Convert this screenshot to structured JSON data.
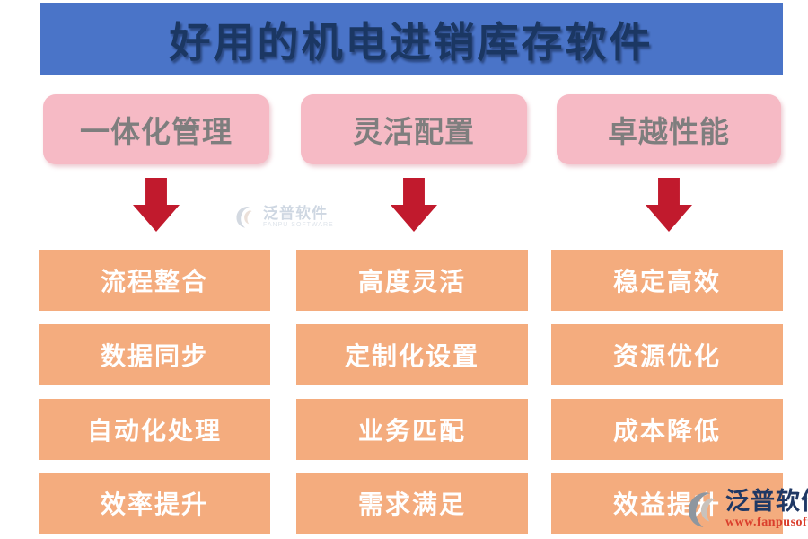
{
  "banner": {
    "title": "好用的机电进销库存软件"
  },
  "columns": [
    {
      "header": "一体化管理",
      "items": [
        "流程整合",
        "数据同步",
        "自动化处理",
        "效率提升"
      ]
    },
    {
      "header": "灵活配置",
      "items": [
        "高度灵活",
        "定制化设置",
        "业务匹配",
        "需求满足"
      ]
    },
    {
      "header": "卓越性能",
      "items": [
        "稳定高效",
        "资源优化",
        "成本降低",
        "效益提升"
      ]
    }
  ],
  "watermarks": {
    "center": {
      "brand": "泛普软件",
      "subtitle": "FANPU SOFTWARE"
    },
    "corner": {
      "brand": "泛普软件",
      "url": "www.fanpusoft.com"
    }
  },
  "icons": {
    "down_arrow": "red-down-arrow",
    "fanpu_logo": "swoosh-crescent-logo"
  },
  "colors": {
    "banner_bg": "#4A74C8",
    "banner_text": "#1B3763",
    "pill_bg": "#F6BAC5",
    "pill_text": "#7E7E7E",
    "cell_bg": "#F4AC7E",
    "cell_text": "#FFFFFF",
    "arrow_red": "#C11A2D",
    "watermark_brand": "#1F3864",
    "watermark_url": "#DA3E2C"
  }
}
